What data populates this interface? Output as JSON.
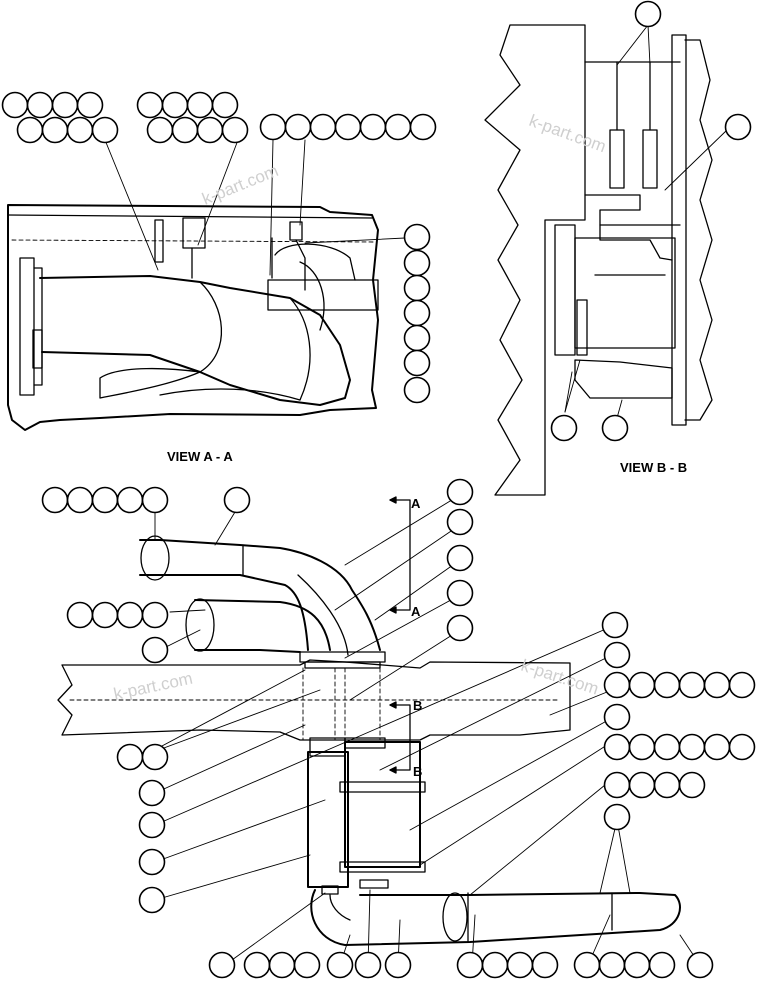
{
  "views": {
    "view_a_label": "VIEW A - A",
    "view_b_label": "VIEW B - B"
  },
  "section_marks": {
    "a_top": "A",
    "a_bottom": "A",
    "b_top": "B",
    "b_bottom": "B"
  },
  "watermark": {
    "text": "k-part.com",
    "color": "#cfcfcf"
  },
  "callout_style": {
    "stroke": "#000000",
    "fill": "#ffffff"
  }
}
